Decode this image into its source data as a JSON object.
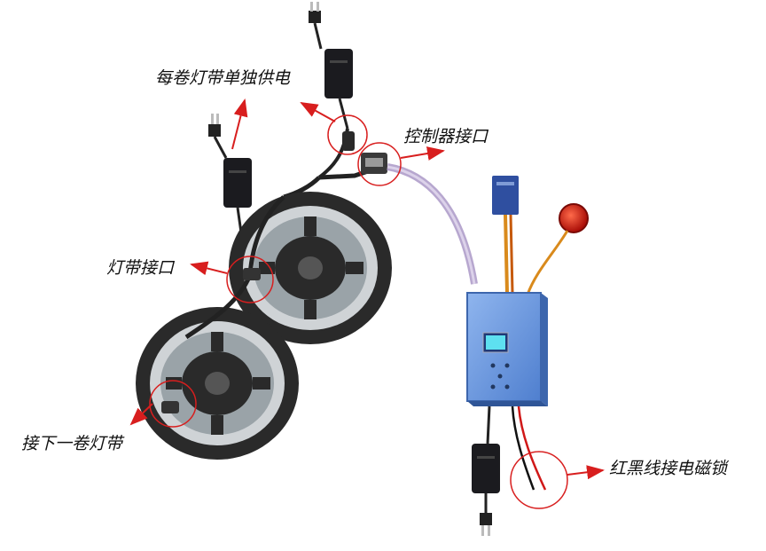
{
  "labels": {
    "power_each_reel": "每卷灯带单独供电",
    "controller_port": "控制器接口",
    "strip_port": "灯带接口",
    "next_reel": "接下一卷灯带",
    "lock_wires": "红黑线接电磁锁"
  },
  "colors": {
    "arrow": "#d81e1e",
    "controller_body": "#6b9ae0",
    "reel": "#2a2a2a",
    "adapter": "#1b1b1f"
  },
  "icons": [
    "power-plug-icon",
    "power-adapter-icon",
    "led-strip-reel-icon",
    "controller-box-icon",
    "rfid-card-icon",
    "red-button-icon"
  ]
}
